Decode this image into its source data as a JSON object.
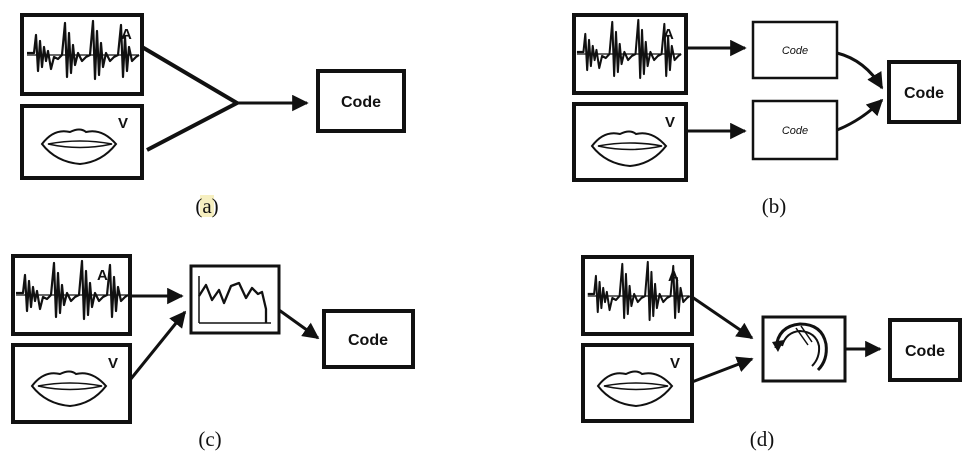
{
  "panels": {
    "a": {
      "caption": "(a)",
      "audio_tag": "A",
      "video_tag": "V",
      "code_label": "Code"
    },
    "b": {
      "caption": "(b)",
      "audio_tag": "A",
      "video_tag": "V",
      "sub_code_label_1": "Code",
      "sub_code_label_2": "Code",
      "code_label": "Code"
    },
    "c": {
      "caption": "(c)",
      "audio_tag": "A",
      "video_tag": "V",
      "code_label": "Code"
    },
    "d": {
      "caption": "(d)",
      "audio_tag": "A",
      "video_tag": "V",
      "code_label": "Code"
    }
  },
  "icons": {
    "audio": "audio-waveform-icon",
    "video": "lips-icon",
    "combiner_c": "signal-graph-icon",
    "combiner_d": "curved-arrow-icon"
  },
  "colors": {
    "ink": "#111111",
    "background": "#ffffff",
    "caption_highlight": "#f6efc0"
  }
}
